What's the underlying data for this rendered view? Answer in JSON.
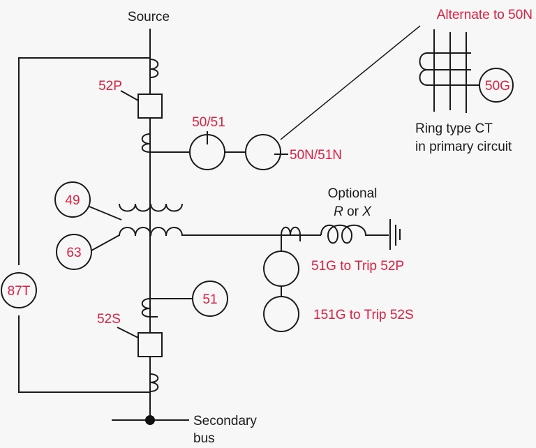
{
  "diagram": {
    "title": "Transformer protection one-line diagram",
    "colors": {
      "line": "#1a1a1a",
      "relay_label": "#e0203f",
      "background": "#f7f7f7"
    },
    "labels": {
      "source": "Source",
      "secondary_bus_line1": "Secondary",
      "secondary_bus_line2": "bus",
      "breaker_primary": "52P",
      "breaker_secondary": "52S",
      "relay_50_51": "50/51",
      "relay_50n_51n": "50N/51N",
      "alternate": "Alternate to 50N",
      "relay_50g": "50G",
      "ring_ct_line1": "Ring type CT",
      "ring_ct_line2": "in primary circuit",
      "relay_49": "49",
      "relay_63": "63",
      "relay_87t": "87T",
      "relay_51": "51",
      "optional_line1": "Optional",
      "optional_r": "R",
      "optional_or": " or ",
      "optional_x": "X",
      "relay_51g": "51G to Trip 52P",
      "relay_151g": "151G to Trip 52S"
    }
  }
}
